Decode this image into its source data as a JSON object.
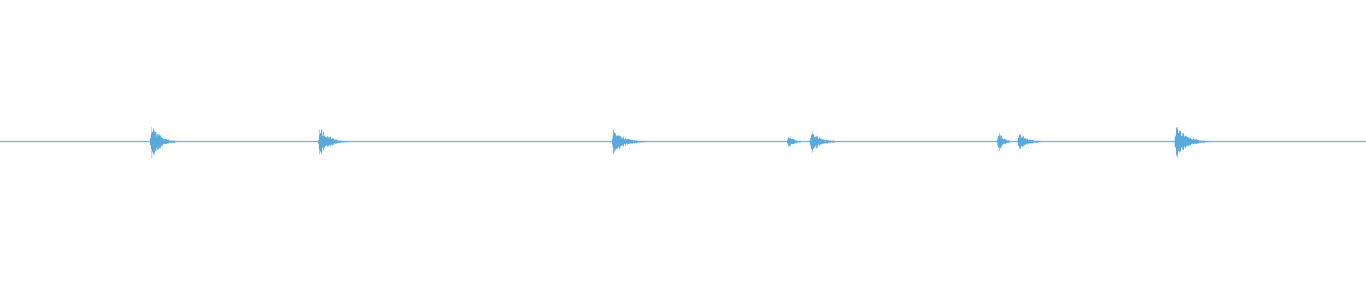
{
  "waveform": {
    "color": "#5aa9dd",
    "background": "#ffffff",
    "peak_positions": [
      0.111,
      0.234,
      0.449,
      0.577,
      0.594,
      0.731,
      0.746,
      0.861
    ],
    "peak_levels": [
      0.85,
      0.7,
      0.55,
      0.35,
      0.55,
      0.5,
      0.45,
      0.85
    ],
    "decay": [
      0.018,
      0.02,
      0.025,
      0.012,
      0.02,
      0.01,
      0.018,
      0.022
    ],
    "noise_level": 0.02
  }
}
